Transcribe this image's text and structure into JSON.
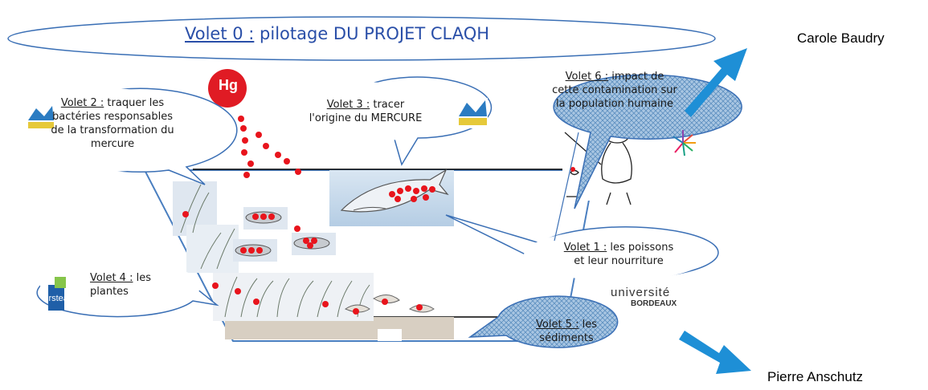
{
  "title": {
    "prefix": "Volet 0 :",
    "rest": " pilotage DU PROJET CLAQH"
  },
  "names": {
    "top_right": "Carole Baudry",
    "bottom_right": "Pierre Anschutz"
  },
  "hg": "Hg",
  "volets": {
    "v2": {
      "prefix": "Volet 2 :",
      "l1": " traquer les",
      "l2": "bactéries responsables",
      "l3": "de la transformation du",
      "l4": "mercure"
    },
    "v3": {
      "prefix": "Volet 3 :",
      "l1": " tracer",
      "l2": "l'origine du MERCURE"
    },
    "v6": {
      "prefix": "Volet 6 :",
      "l1": " impact de",
      "l2": "cette contamination sur",
      "l3": "la population humaine"
    },
    "v1": {
      "prefix": "Volet 1 :",
      "l1": " les poissons",
      "l2": "et leur nourriture"
    },
    "v4": {
      "prefix": "Volet 4 :",
      "l1": " les",
      "l2": "plantes"
    },
    "v5": {
      "prefix": "Volet 5 :",
      "l1": " les",
      "l2": "sédiments"
    }
  },
  "logos": {
    "irstea": "irstea",
    "univ_1": "université",
    "univ_2": "BORDEAUX"
  },
  "colors": {
    "title": "#2a4fa8",
    "arrow": "#1e8fd6",
    "hg": "#e01b24",
    "dot": "#e8141c",
    "hatch": "#8fb3d4",
    "outline": "#3a6fb5"
  }
}
